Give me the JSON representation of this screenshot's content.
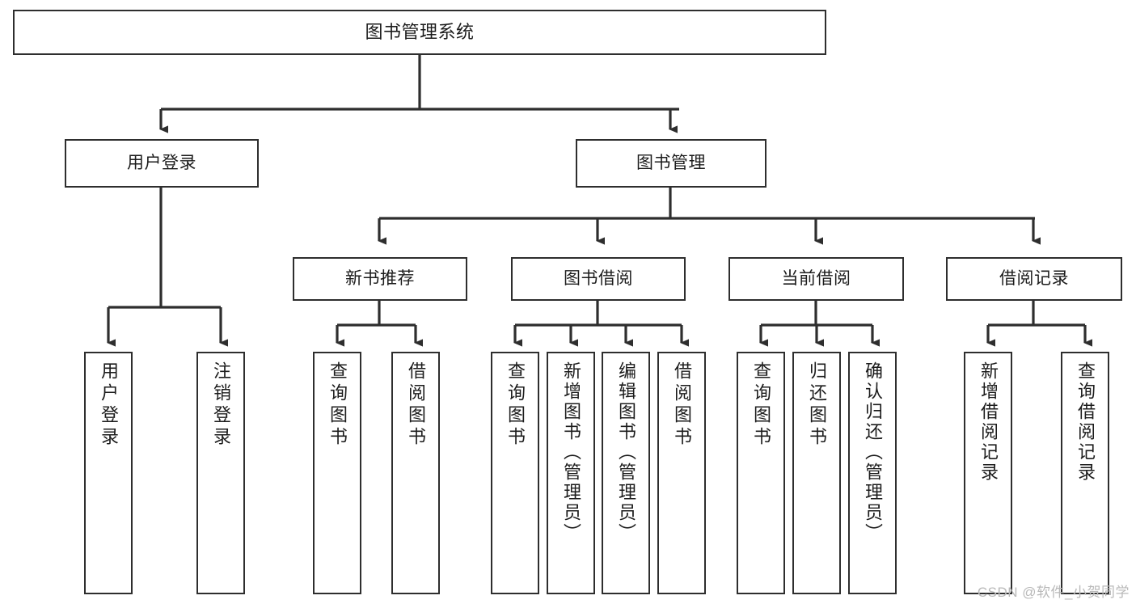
{
  "diagram": {
    "title": "图书管理系统",
    "type": "tree",
    "colors": {
      "box_border": "#2e2e2e",
      "box_fill": "#ffffff",
      "connector": "#2e2e2e",
      "background": "#ffffff",
      "watermark": "#b9b9b9"
    },
    "levels": {
      "root": "图书管理系统",
      "level1": [
        "用户登录",
        "图书管理"
      ],
      "level2": [
        "新书推荐",
        "图书借阅",
        "当前借阅",
        "借阅记录"
      ]
    },
    "nodes": {
      "root": {
        "label": "图书管理系统"
      },
      "user_login": {
        "label": "用户登录"
      },
      "book_manage": {
        "label": "图书管理"
      },
      "new_book_rec": {
        "label": "新书推荐"
      },
      "book_borrow": {
        "label": "图书借阅"
      },
      "current_borrow": {
        "label": "当前借阅"
      },
      "borrow_record": {
        "label": "借阅记录"
      },
      "leaf_user_login": {
        "label": "用户登录"
      },
      "leaf_logout": {
        "label": "注销登录"
      },
      "leaf_query_book_1": {
        "label": "查询图书"
      },
      "leaf_borrow_book_1": {
        "label": "借阅图书"
      },
      "leaf_query_book_2": {
        "label": "查询图书"
      },
      "leaf_add_book": {
        "label": "新增图书（管理员）"
      },
      "leaf_edit_book": {
        "label": "编辑图书（管理员）"
      },
      "leaf_borrow_book_2": {
        "label": "借阅图书"
      },
      "leaf_query_book_3": {
        "label": "查询图书"
      },
      "leaf_return_book": {
        "label": "归还图书"
      },
      "leaf_confirm_return": {
        "label": "确认归还（管理员）"
      },
      "leaf_add_record": {
        "label": "新增借阅记录"
      },
      "leaf_query_record": {
        "label": "查询借阅记录"
      }
    },
    "edges": [
      {
        "from": "root",
        "to": "user_login"
      },
      {
        "from": "root",
        "to": "book_manage"
      },
      {
        "from": "user_login",
        "to": "leaf_user_login"
      },
      {
        "from": "user_login",
        "to": "leaf_logout"
      },
      {
        "from": "book_manage",
        "to": "new_book_rec"
      },
      {
        "from": "book_manage",
        "to": "book_borrow"
      },
      {
        "from": "book_manage",
        "to": "current_borrow"
      },
      {
        "from": "book_manage",
        "to": "borrow_record"
      },
      {
        "from": "new_book_rec",
        "to": "leaf_query_book_1"
      },
      {
        "from": "new_book_rec",
        "to": "leaf_borrow_book_1"
      },
      {
        "from": "book_borrow",
        "to": "leaf_query_book_2"
      },
      {
        "from": "book_borrow",
        "to": "leaf_add_book"
      },
      {
        "from": "book_borrow",
        "to": "leaf_edit_book"
      },
      {
        "from": "book_borrow",
        "to": "leaf_borrow_book_2"
      },
      {
        "from": "current_borrow",
        "to": "leaf_query_book_3"
      },
      {
        "from": "current_borrow",
        "to": "leaf_return_book"
      },
      {
        "from": "current_borrow",
        "to": "leaf_confirm_return"
      },
      {
        "from": "borrow_record",
        "to": "leaf_add_record"
      },
      {
        "from": "borrow_record",
        "to": "leaf_query_record"
      }
    ]
  },
  "watermark": {
    "text": "CSDN @软件_小贺同学"
  }
}
